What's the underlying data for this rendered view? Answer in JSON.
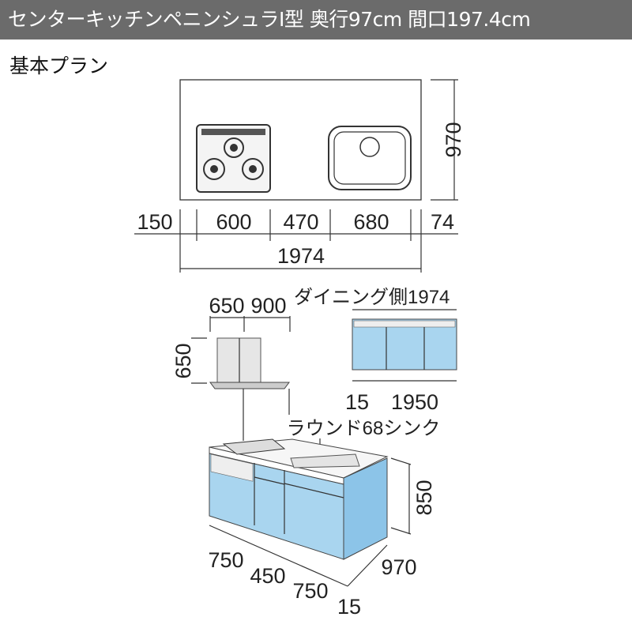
{
  "header": {
    "title": "センターキッチンペニンシュラI型 奥行97cm 間口197.4cm"
  },
  "section": {
    "title": "基本プラン"
  },
  "plan": {
    "depth": "970",
    "widths": [
      "150",
      "600",
      "470",
      "680",
      "74"
    ],
    "total": "1974"
  },
  "hood": {
    "widths": [
      "650",
      "900"
    ],
    "height": "650"
  },
  "dining": {
    "label": "ダイニング側1974",
    "dims": [
      "15",
      "1950"
    ]
  },
  "island": {
    "sink_label": "ラウンド68シンク",
    "height": "850",
    "widths": [
      "750",
      "450",
      "750",
      "15"
    ],
    "depth": "970"
  },
  "colors": {
    "header": "#6b6b6b",
    "cabinet": "#a9d5ef",
    "cabinet_side": "#8cc4e8"
  }
}
